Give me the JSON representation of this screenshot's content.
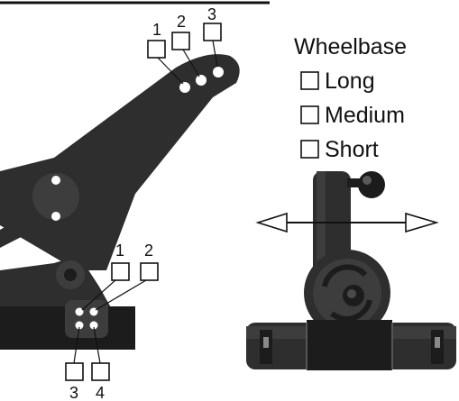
{
  "top_hole_numbers": [
    "1",
    "2",
    "3"
  ],
  "bottom_hole_numbers_top": [
    "1",
    "2"
  ],
  "bottom_hole_numbers_bottom": [
    "3",
    "4"
  ],
  "wheelbase": {
    "title": "Wheelbase",
    "options": [
      "Long",
      "Medium",
      "Short"
    ]
  }
}
